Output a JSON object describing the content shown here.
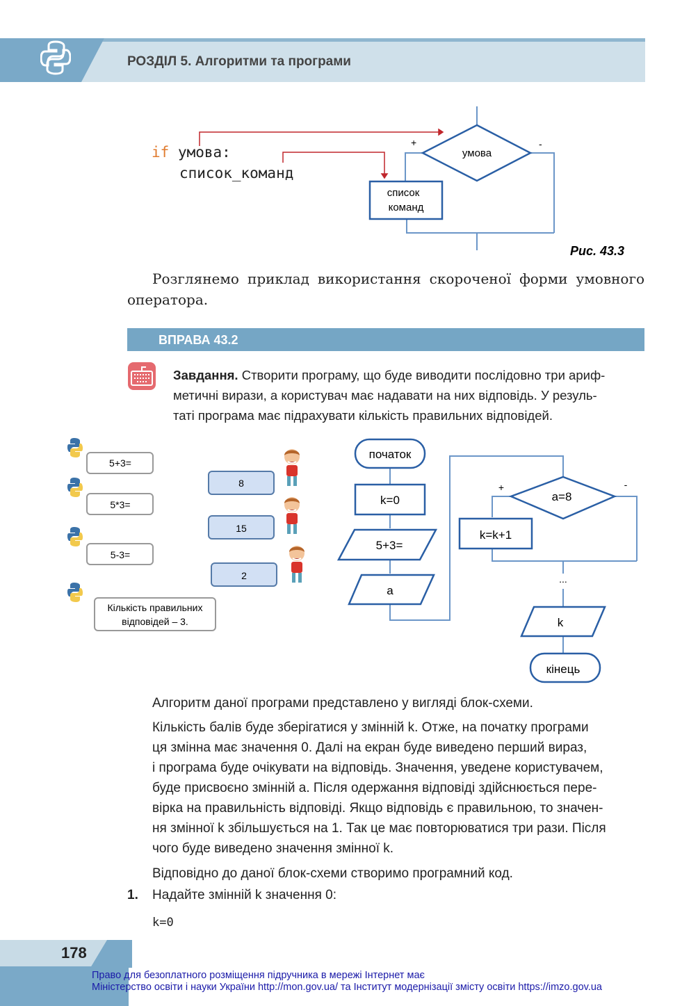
{
  "header": {
    "title": "РОЗДІЛ 5. Алгоритми  та програми",
    "icon": "python-logo-icon"
  },
  "figure1": {
    "code_kw": "if",
    "code_line1": " умова:",
    "code_line2": "список_команд",
    "diamond": "умова",
    "box_line1": "список",
    "box_line2": "команд",
    "plus": "+",
    "minus": "-",
    "caption": "Рис. 43.3"
  },
  "intro": "Розглянемо приклад використання скороченої форми умовного оператора.",
  "exercise": {
    "title": "ВПРАВА 43.2",
    "task_label": "Завдання.",
    "task_lines": [
      " Створити програму, що буде виводити послідовно три ариф-",
      "метичні вирази, а користувач має надавати на них відповідь. У резуль-",
      "таті програма має підрахувати кількість правильних відповідей."
    ]
  },
  "dialog": {
    "questions": [
      "5+3=",
      "5*3=",
      "5-3="
    ],
    "answers": [
      "8",
      "15",
      "2"
    ],
    "result_line1": "Кількість правильних",
    "result_line2": "відповідей – 3."
  },
  "flowchart": {
    "start": "початок",
    "init": "k=0",
    "output": "5+3=",
    "input": "a",
    "condition": "a=8",
    "plus": "+",
    "minus": "-",
    "increment": "k=k+1",
    "dots": "...",
    "result": "k",
    "end": "кінець"
  },
  "body": {
    "p1": "Алгоритм даної програми представлено у вигляді блок-схеми.",
    "p2_lines": [
      "Кількість балів буде зберігатися у змінній k. Отже, на початку програми",
      "ця змінна має значення 0. Далі на екран буде виведено перший вираз,",
      "і програма буде очікувати на відповідь. Значення, уведене користувачем,",
      "буде присвоєно змінній a. Після одержання відповіді здійснюється пере-",
      "вірка на правильність відповіді. Якщо відповідь є правильною, то значен-",
      "ня змінної k збільшується на 1. Так це має повторюватися три рази. Після",
      "чого буде виведено значення змінної k."
    ],
    "p3": "Відповідно до даної блок-схеми створимо програмний код.",
    "step_num": "1.",
    "step_text": "Надайте змінній k значення 0:",
    "code": "k=0"
  },
  "footer": {
    "page": "178",
    "line1": "Право для безоплатного розміщення підручника в мережі Інтернет має",
    "line2": "Міністерство освіти і науки України http://mon.gov.ua/ та Інститут модернізації змісту освіти https://imzo.gov.ua"
  },
  "colors": {
    "accent": "#75a6c5",
    "flow": "#2a5fa5",
    "connector": "#6b96c8",
    "arrow_red": "#c0262c"
  }
}
